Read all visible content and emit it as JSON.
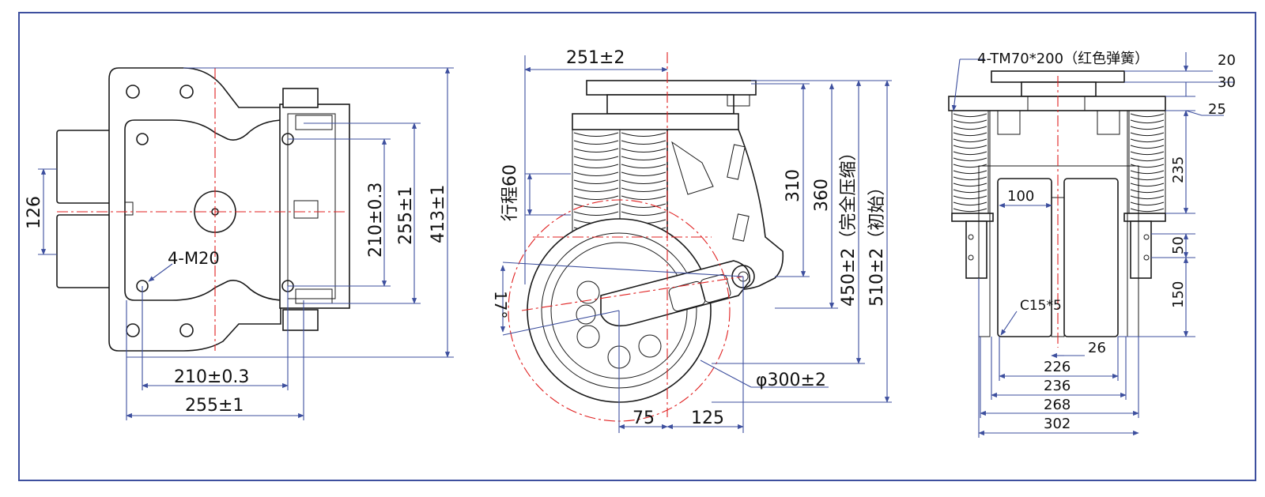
{
  "colors": {
    "dimension_line": "#3d4f9e",
    "centerline": "#e02020",
    "outline": "#1a1a1a",
    "frame": "#3d4f9e"
  },
  "left_view": {
    "dims": {
      "d126": "126",
      "d210h": "210±0.3",
      "d255h": "255±1",
      "d210v": "210±0.3",
      "d255v": "255±1",
      "d413": "413±1",
      "thread": "4-M20"
    }
  },
  "middle_view": {
    "dims": {
      "d251": "251±2",
      "stroke": "行程60",
      "angle": "17°",
      "d310": "310",
      "d360": "360",
      "d450": "450±2（完全压缩）",
      "d510": "510±2（初始）",
      "wheel": "φ300±2",
      "d75": "75",
      "d125": "125"
    }
  },
  "right_view": {
    "dims": {
      "spring": "4-TM70*200（红色弹簧）",
      "d20": "20",
      "d30": "30",
      "d25": "25",
      "d235": "235",
      "d100": "100",
      "d50": "50",
      "d150": "150",
      "chamfer": "C15*5",
      "d26": "26",
      "d226": "226",
      "d236": "236",
      "d268": "268",
      "d302": "302"
    }
  }
}
